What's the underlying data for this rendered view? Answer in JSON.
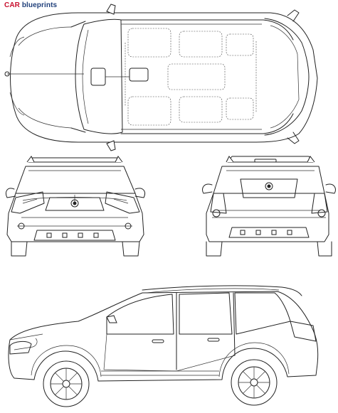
{
  "brand": {
    "part1": "CAR",
    "part2": " blueprints"
  },
  "colors": {
    "brand_red": "#c8102e",
    "brand_blue": "#1f3f7a",
    "line": "#222222",
    "background": "#ffffff"
  },
  "views": [
    "top-view",
    "front-view",
    "rear-view",
    "side-view"
  ]
}
